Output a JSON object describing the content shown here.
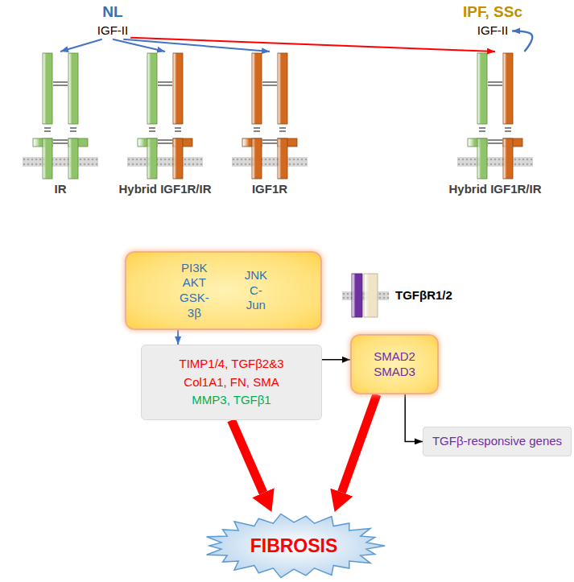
{
  "diagram": {
    "nodes": [
      {
        "text": [
          "IGF-II"
        ]
      },
      {
        "text": [
          "IGF-II"
        ]
      },
      {
        "text": [
          "IR"
        ]
      },
      {
        "text": [
          "Hybrid IGF1R/IR"
        ]
      },
      {
        "text": [
          "IGF1R"
        ]
      },
      {
        "text": [
          "Hybrid IGF1R/IR"
        ]
      },
      {
        "text": [
          "PI3K AKT GSK-3β",
          "JNK C-Jun"
        ]
      },
      {
        "text": [
          "TIMP1/4, TGFβ2&3",
          "Col1A1, FN, SMA",
          "MMP3, TGFβ1"
        ]
      },
      {
        "text": [
          "TGFβR1/2"
        ]
      },
      {
        "text": [
          "SMAD2 SMAD3"
        ]
      },
      {
        "text": [
          "TGFβ-responsive genes"
        ]
      },
      {
        "text": [
          "FIBROSIS"
        ]
      }
    ],
    "edges": [
      {
        "from": 0,
        "to": 2,
        "arrow": "to"
      },
      {
        "from": 0,
        "to": 3,
        "arrow": "to"
      },
      {
        "from": 0,
        "to": 4,
        "arrow": "to"
      },
      {
        "from": 0,
        "to": 5,
        "arrow": "to"
      },
      {
        "from": 5,
        "to": 1,
        "arrow": "to"
      },
      {
        "from": 6,
        "to": 7,
        "arrow": "to"
      },
      {
        "from": 7,
        "to": 9,
        "arrow": "to"
      },
      {
        "from": 9,
        "to": 10,
        "arrow": "to"
      },
      {
        "from": 7,
        "to": 11,
        "arrow": "to"
      },
      {
        "from": 9,
        "to": 11,
        "arrow": "to"
      }
    ],
    "labels": [
      "NL",
      "IPF, SSc"
    ]
  }
}
